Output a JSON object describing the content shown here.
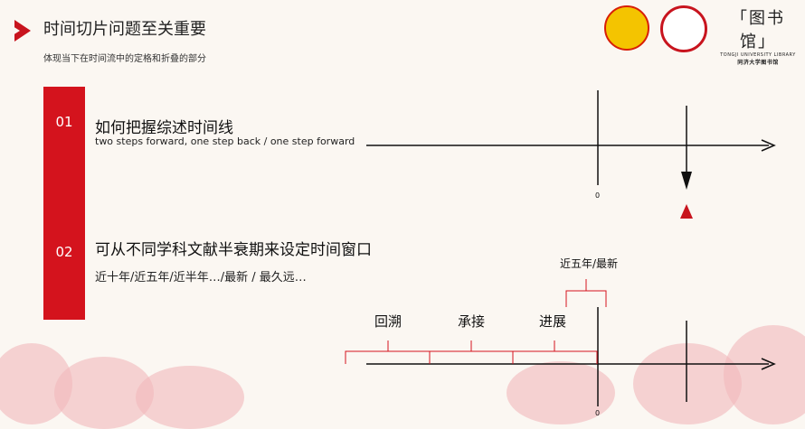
{
  "header": {
    "title": "时间切片问题至关重要",
    "subtitle": "体现当下在时间流中的定格和折叠的部分"
  },
  "logos": {
    "library_name": "「图书馆」",
    "library_caption": "TONGJI UNIVERSITY LIBRARY",
    "library_caption_cn": "同济大学图书馆"
  },
  "items": [
    {
      "num": "01",
      "heading": "如何把握综述时间线",
      "text": "two steps forward, one step back / one step forward"
    },
    {
      "num": "02",
      "heading": "可从不同学科文献半衰期来设定时间窗口",
      "text": "近十年/近五年/近半年…/最新 / 最久远…"
    }
  ],
  "diagram1": {
    "zero": "0"
  },
  "diagram2": {
    "zero": "0",
    "segments": [
      "回溯",
      "承接",
      "进展"
    ],
    "top_label": "近五年/最新"
  },
  "colors": {
    "accent": "#d4131d",
    "line": "#111111"
  }
}
